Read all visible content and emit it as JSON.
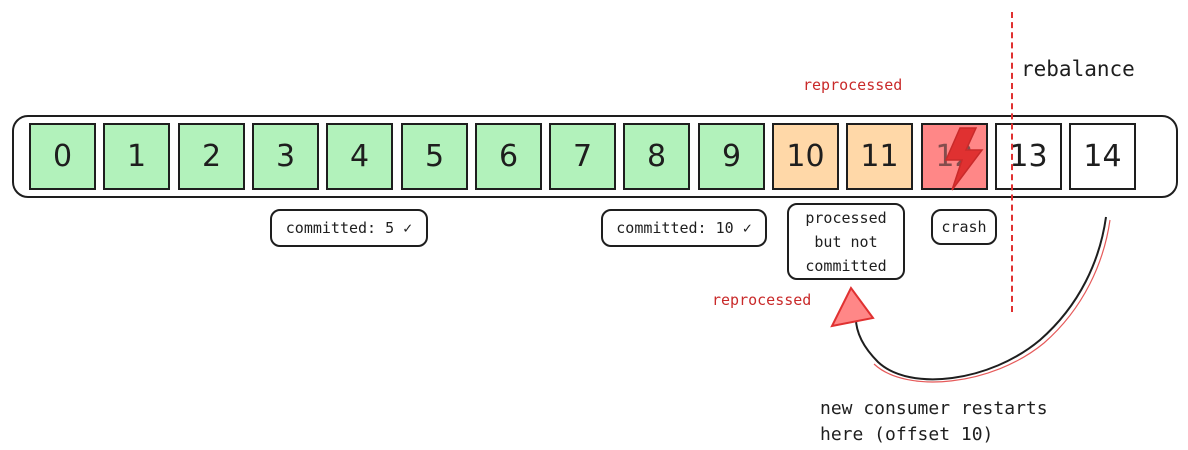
{
  "offsets": [
    {
      "label": "0",
      "state": "committed"
    },
    {
      "label": "1",
      "state": "committed"
    },
    {
      "label": "2",
      "state": "committed"
    },
    {
      "label": "3",
      "state": "committed"
    },
    {
      "label": "4",
      "state": "committed"
    },
    {
      "label": "5",
      "state": "committed"
    },
    {
      "label": "6",
      "state": "committed"
    },
    {
      "label": "7",
      "state": "committed"
    },
    {
      "label": "8",
      "state": "committed"
    },
    {
      "label": "9",
      "state": "committed"
    },
    {
      "label": "10",
      "state": "processed"
    },
    {
      "label": "11",
      "state": "processed"
    },
    {
      "label": "12",
      "state": "crashed"
    },
    {
      "label": "13",
      "state": "pending"
    },
    {
      "label": "14",
      "state": "pending"
    }
  ],
  "labels": {
    "committed_5": "committed: 5 ✓",
    "committed_10": "committed: 10 ✓",
    "processed_not_committed": "processed but not committed",
    "crash": "crash",
    "reprocessed_top": "reprocessed",
    "reprocessed_bottom": "reprocessed",
    "rebalance": "rebalance",
    "restart_note_line1": "new consumer restarts",
    "restart_note_line2": "here (offset 10)"
  },
  "colors": {
    "committed": "#b2f2bb",
    "processed": "#ffd8a8",
    "crashed": "#ff8787",
    "accent_red": "#e03131",
    "arrow_fill": "#ff8787"
  },
  "icons": {
    "crash": "lightning-bolt-icon",
    "restart": "curved-arrow-icon"
  }
}
